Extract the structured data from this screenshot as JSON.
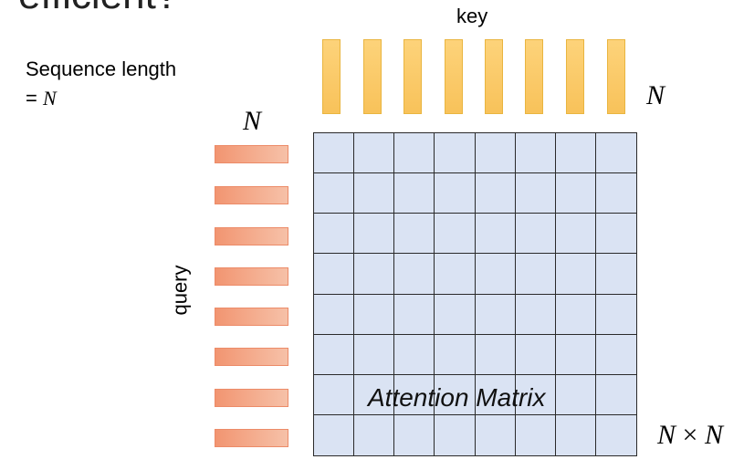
{
  "title_fragment": "efficient?",
  "key_label": "key",
  "query_label": "query",
  "sequence_label": {
    "line1": "Sequence length",
    "line2_prefix": "= ",
    "line2_var": "N"
  },
  "key_dim_label": "N",
  "query_dim_label": "N",
  "matrix_dim_label": {
    "left": "N",
    "op": " × ",
    "right": "N"
  },
  "matrix_label": "Attention Matrix",
  "grid": {
    "rows": 8,
    "cols": 8
  },
  "key_count": 8,
  "query_count": 8,
  "colors": {
    "key_fill": "#fdd37a",
    "query_fill": "#f29571",
    "matrix_fill": "#dae3f3",
    "grid_line": "#2a2a2a"
  }
}
